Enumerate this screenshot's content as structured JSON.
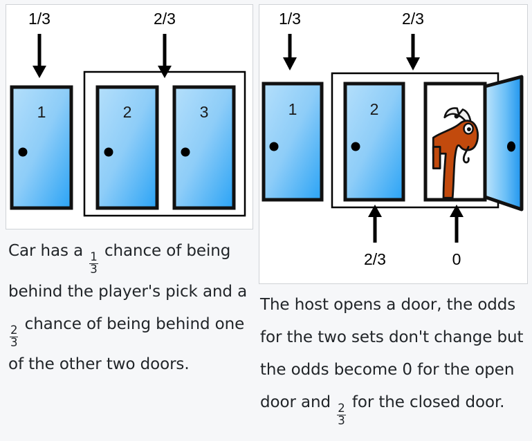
{
  "background_color": "#f6f7f9",
  "panel_border_color": "#cfd2d6",
  "colors": {
    "door_light": "#a9daf9",
    "door_dark": "#2aa3f5",
    "door_outline": "#1a1a1a",
    "goat_body": "#c24a0d",
    "goat_outline": "#000000",
    "goat_horn": "#f2f2f2",
    "text": "#212529"
  },
  "left_figure": {
    "caption_alt": "Three closed doors numbered 1, 2 and 3; door 1 alone has odds 1/3 and doors 2 and 3 grouped have odds 2/3",
    "top_labels": [
      {
        "text": "1/3",
        "target": "door-1"
      },
      {
        "text": "2/3",
        "target": "door-group-2-3"
      }
    ],
    "doors": [
      {
        "number": "1",
        "state": "closed",
        "grouped": false
      },
      {
        "number": "2",
        "state": "closed",
        "grouped": true
      },
      {
        "number": "3",
        "state": "closed",
        "grouped": true
      }
    ]
  },
  "right_figure": {
    "caption_alt": "Door 1 closed with odds 1/3; doors 2 and 3 grouped with odds 2/3; door 3 open revealing a goat with odds 0 and door 2 closed with odds 2/3",
    "top_labels": [
      {
        "text": "1/3",
        "target": "door-1"
      },
      {
        "text": "2/3",
        "target": "door-group-2-3"
      }
    ],
    "bottom_labels": [
      {
        "text": "2/3",
        "target": "door-2"
      },
      {
        "text": "0",
        "target": "door-3-open"
      }
    ],
    "doors": [
      {
        "number": "1",
        "state": "closed",
        "grouped": false
      },
      {
        "number": "2",
        "state": "closed",
        "grouped": true
      },
      {
        "number": "",
        "state": "open",
        "grouped": true,
        "contains": "goat"
      }
    ]
  },
  "left_caption": {
    "part1": "Car has a ",
    "frac1_num": "1",
    "frac1_den": "3",
    "part2": " chance of being behind the player's pick and a ",
    "frac2_num": "2",
    "frac2_den": "3",
    "part3": " chance of being behind one of the other two doors."
  },
  "right_caption": {
    "part1": "The host opens a door, the odds for the two sets don't change but the odds become 0 for the open door and ",
    "frac1_num": "2",
    "frac1_den": "3",
    "part2": " for the closed door."
  }
}
